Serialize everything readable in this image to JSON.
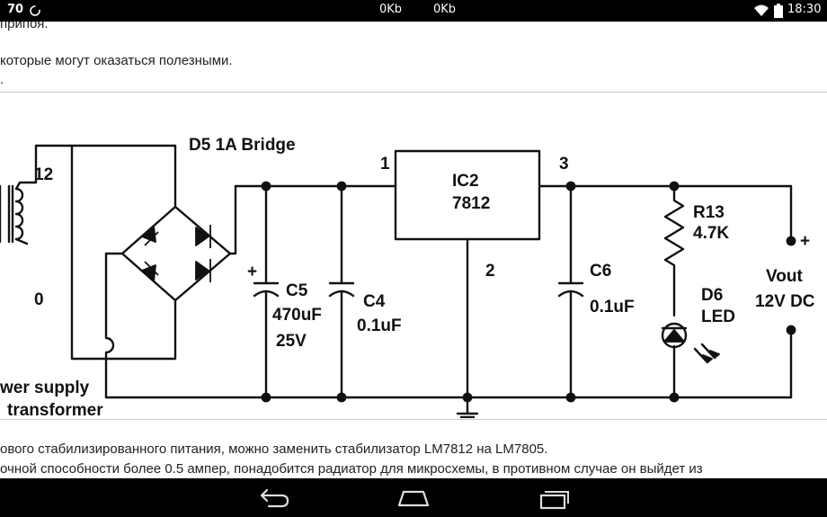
{
  "status_bar": {
    "notification_count": "70",
    "net_down": "0Kb",
    "net_up": "0Kb",
    "time": "18:30",
    "icons": [
      "sync-icon",
      "wifi-icon",
      "battery-icon"
    ]
  },
  "article": {
    "lines_above": [
      "припоя.",
      "которые могут оказаться полезными.",
      "."
    ],
    "lines_below": [
      "ового стабилизированного питания, можно заменить стабилизатор LM7812 на LM7805.",
      "очной способности более 0.5 ампер, понадобится радиатор для микросхемы, в противном случае он выйдет из"
    ]
  },
  "schematic": {
    "labels": {
      "bridge": "D5  1A Bridge",
      "transformer_top": "12",
      "transformer_bottom": "0",
      "power_line1": "wer supply",
      "power_line2": "transformer",
      "c5_name": "C5",
      "c5_value": "470uF",
      "c5_voltage": "25V",
      "c4_name": "C4",
      "c4_value": "0.1uF",
      "ic_name": "IC2",
      "ic_part": "7812",
      "pin1": "1",
      "pin2": "2",
      "pin3": "3",
      "c6_name": "C6",
      "c6_value": "0.1uF",
      "r13_name": "R13",
      "r13_value": "4.7K",
      "d6_name": "D6",
      "d6_type": "LED",
      "vout": "Vout",
      "vout_value": "12V DC",
      "plus_c5": "+",
      "plus_out": "+"
    }
  },
  "nav_bar": {
    "buttons": [
      "back-icon",
      "home-icon",
      "recent-apps-icon"
    ]
  }
}
